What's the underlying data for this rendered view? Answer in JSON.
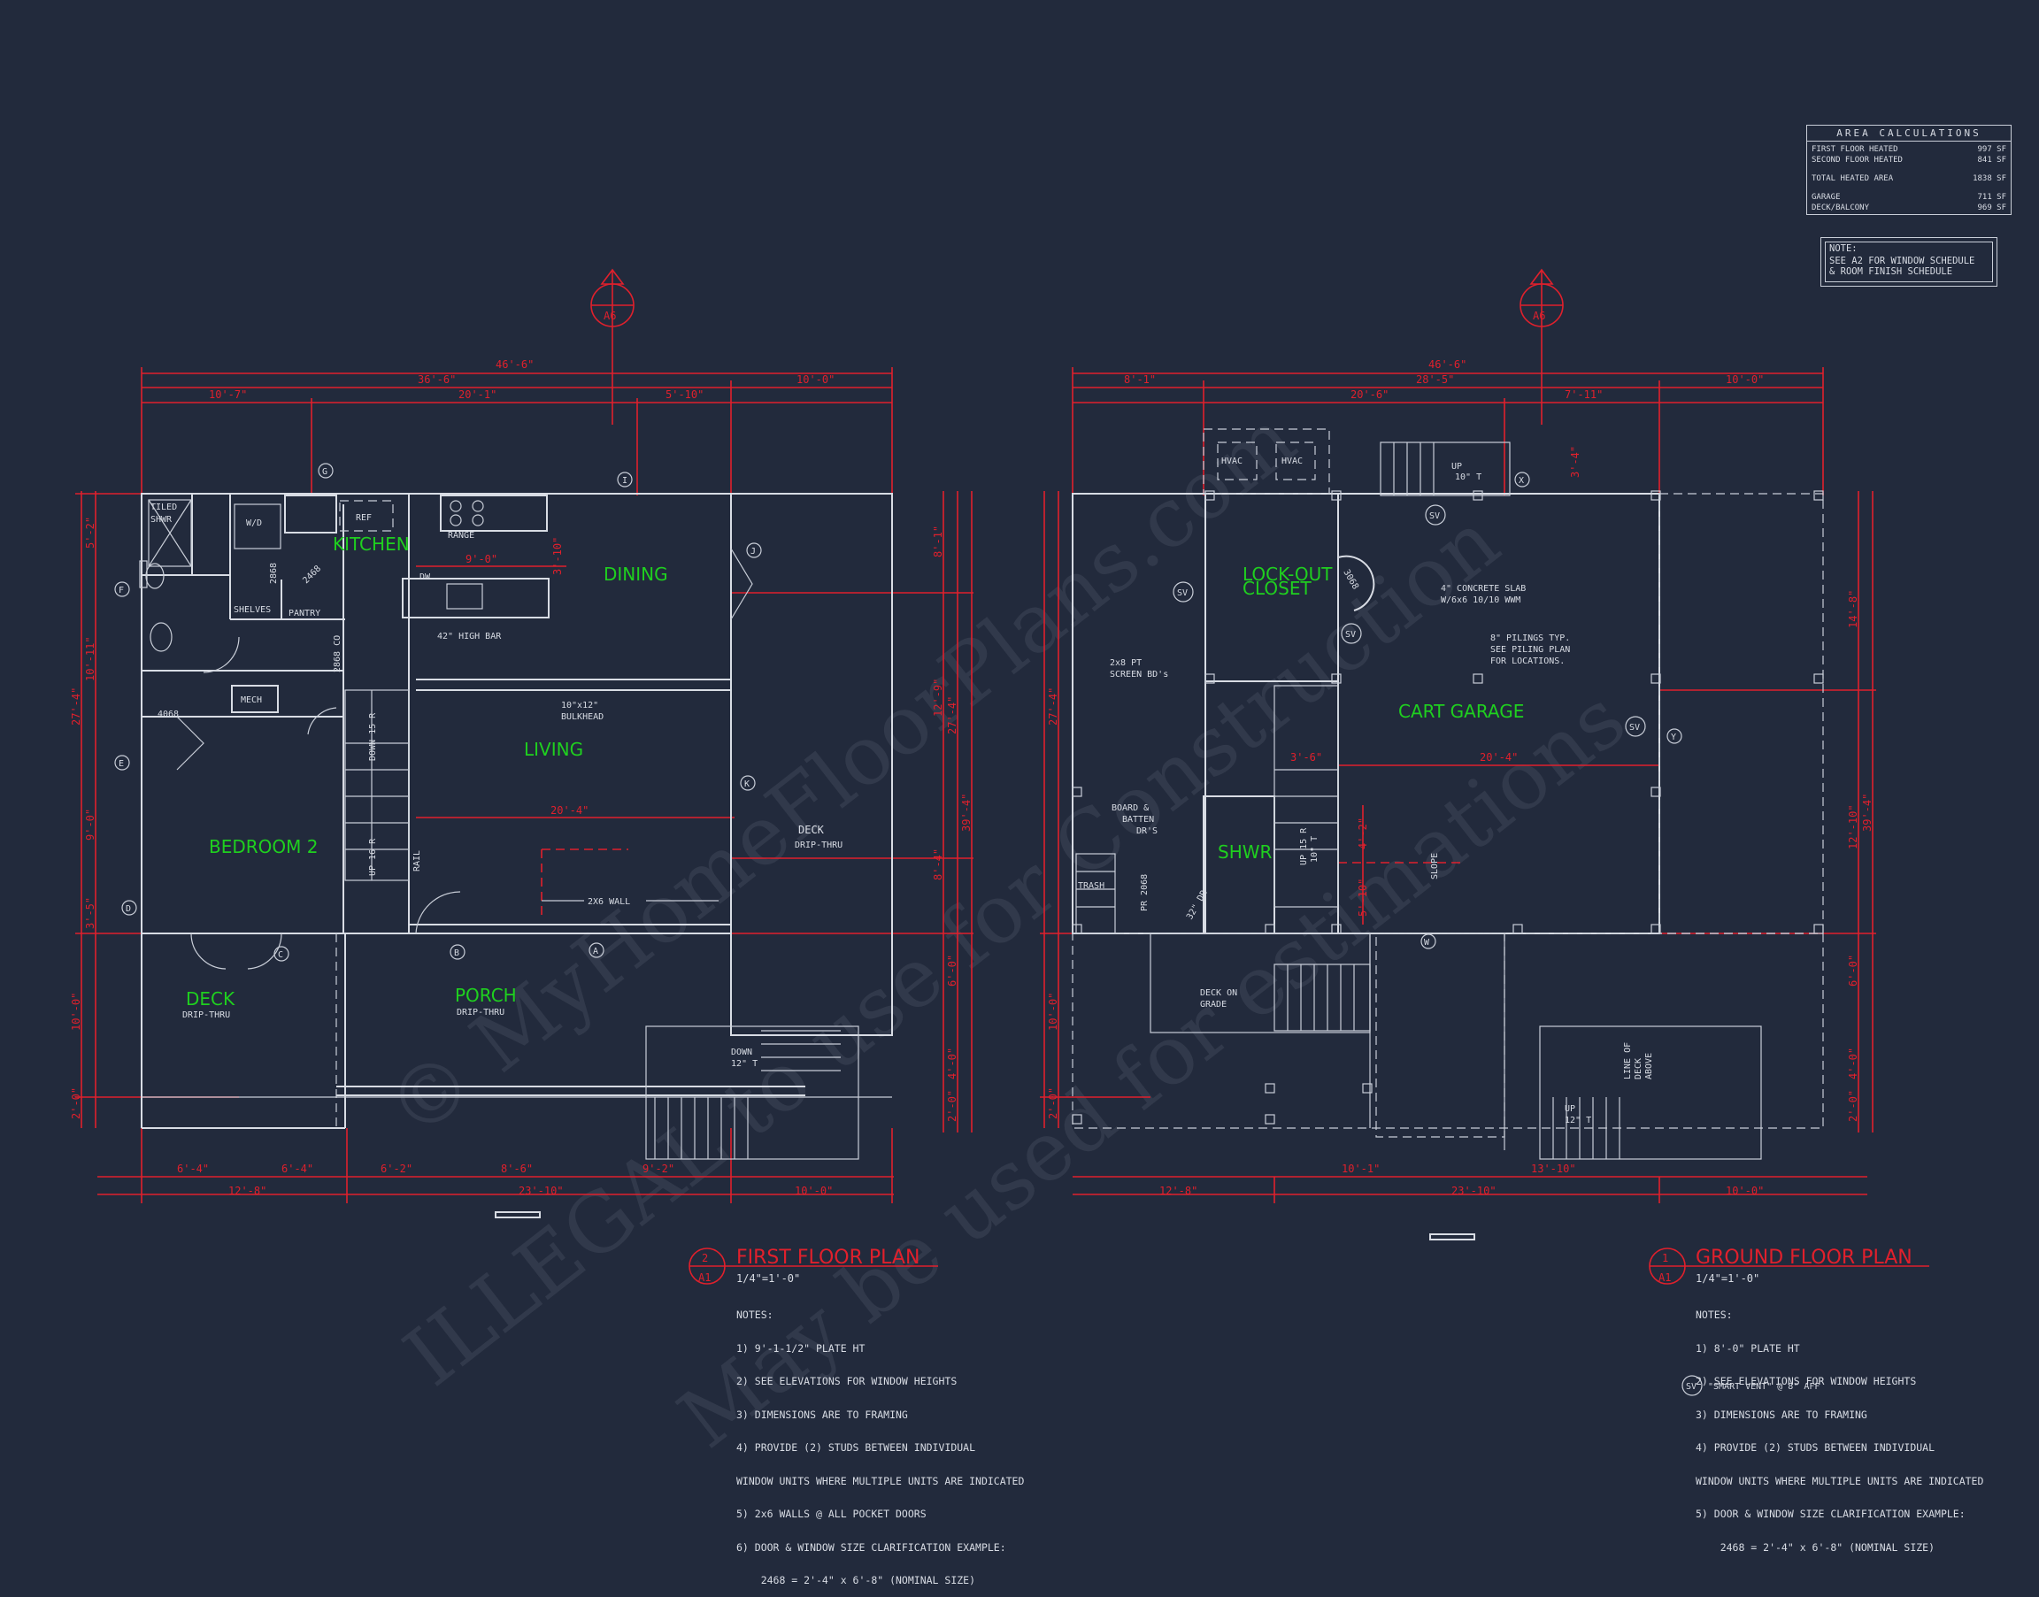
{
  "area_calculations": {
    "title": "AREA CALCULATIONS",
    "rows": [
      {
        "label": "FIRST FLOOR HEATED",
        "value": "997 SF"
      },
      {
        "label": "SECOND FLOOR HEATED",
        "value": "841 SF"
      },
      {
        "label": "TOTAL HEATED AREA",
        "value": "1838 SF"
      },
      {
        "label": "GARAGE",
        "value": "711 SF"
      },
      {
        "label": "DECK/BALCONY",
        "value": "969 SF"
      }
    ]
  },
  "sheet_note": {
    "line1": "NOTE:",
    "line2": "SEE A2 FOR WINDOW SCHEDULE",
    "line3": "& ROOM FINISH SCHEDULE"
  },
  "section_marker": {
    "sheet": "A6"
  },
  "watermark": {
    "line1": "© MyHomeFloorPlans.com",
    "line2": "ILLEGAL to use for Construction",
    "line3": "May be used for estimations"
  },
  "first_floor": {
    "title": "FIRST FLOOR PLAN",
    "number": "2",
    "sheet": "A1",
    "scale": "1/4\"=1'-0\"",
    "notes_header": "NOTES:",
    "notes": [
      "1) 9'-1-1/2\" PLATE HT",
      "2) SEE ELEVATIONS FOR WINDOW HEIGHTS",
      "3) DIMENSIONS ARE TO FRAMING",
      "4) PROVIDE (2) STUDS BETWEEN INDIVIDUAL",
      "WINDOW UNITS WHERE MULTIPLE UNITS ARE INDICATED",
      "5) 2x6 WALLS @ ALL POCKET DOORS",
      "6) DOOR & WINDOW SIZE CLARIFICATION EXAMPLE:",
      "    2468 = 2'-4\" x 6'-8\" (NOMINAL SIZE)"
    ],
    "rooms": {
      "kitchen": "KITCHEN",
      "dining": "DINING",
      "living": "LIVING",
      "bedroom": "BEDROOM 2",
      "deck_right": "DECK",
      "deck_left": "DECK",
      "porch": "PORCH",
      "drip": "DRIP-THRU"
    },
    "labels": {
      "shower": "TILED",
      "shower2": "SHWR",
      "wd": "W/D",
      "ref": "REF",
      "range": "RANGE",
      "dw": "DW",
      "shelves": "SHELVES",
      "pantry": "PANTRY",
      "mech": "MECH",
      "bar": "42\" HIGH BAR",
      "bulkhead1": "10\"x12\"",
      "bulkhead2": "BULKHEAD",
      "wall": "2X6 WALL",
      "down_stair": "DOWN",
      "rail": "RAIL",
      "d2868": "2868",
      "d2468": "2468",
      "d4068": "4068",
      "d2868co": "2868 CO",
      "down15": "DOWN 15 R",
      "up16": "UP 16 R",
      "down12": "12\" T"
    },
    "dims": {
      "overall": "46'-6\"",
      "d36": "36'-6\"",
      "d10a": "10'-0\"",
      "d107": "10'-7\"",
      "d201": "20'-1\"",
      "d510": "5'-10\"",
      "d90": "9'-0\"",
      "d310": "3'-10\"",
      "d204": "20'-4\"",
      "b64a": "6'-4\"",
      "b64b": "6'-4\"",
      "b62": "6'-2\"",
      "b86": "8'-6\"",
      "b92": "9'-2\"",
      "b128": "12'-8\"",
      "b2310": "23'-10\"",
      "b100": "10'-0\"",
      "l52": "5'-2\"",
      "l1011": "10'-11\"",
      "l274": "27'-4\"",
      "l90": "9'-0\"",
      "l35": "3'-5\"",
      "l100": "10'-0\"",
      "l20": "2'-0\"",
      "r81": "8'-1\"",
      "r129": "12'-9\"",
      "r274": "27'-4\"",
      "r394": "39'-4\"",
      "r84": "8'-4\"",
      "r60": "6'-0\"",
      "r40": "4'-0\"",
      "r20": "2'-0\""
    },
    "markers": [
      "G",
      "I",
      "J",
      "F",
      "E",
      "D",
      "C",
      "B",
      "A",
      "K"
    ]
  },
  "ground_floor": {
    "title": "GROUND FLOOR PLAN",
    "number": "1",
    "sheet": "A1",
    "scale": "1/4\"=1'-0\"",
    "notes_header": "NOTES:",
    "notes": [
      "1) 8'-0\" PLATE HT",
      "2) SEE ELEVATIONS FOR WINDOW HEIGHTS",
      "3) DIMENSIONS ARE TO FRAMING",
      "4) PROVIDE (2) STUDS BETWEEN INDIVIDUAL",
      "WINDOW UNITS WHERE MULTIPLE UNITS ARE INDICATED",
      "5) DOOR & WINDOW SIZE CLARIFICATION EXAMPLE:",
      "    2468 = 2'-4\" x 6'-8\" (NOMINAL SIZE)"
    ],
    "legend_symbol": "SV",
    "legend_text": "\"SMART VENT\" @ 8\" AFF",
    "rooms": {
      "lockout1": "LOCK-OUT",
      "lockout2": "CLOSET",
      "garage": "CART GARAGE",
      "shwr": "SHWR"
    },
    "labels": {
      "hvac": "HVAC",
      "up": "UP",
      "t10": "10\" T",
      "slab1": "4\" CONCRETE SLAB",
      "slab2": "W/6x6 10/10 WWM",
      "pil1": "8\" PILINGS TYP.",
      "pil2": "SEE PILING PLAN",
      "pil3": "FOR LOCATIONS.",
      "scr1": "2x8 PT",
      "scr2": "SCREEN BD's",
      "bb1": "BOARD &",
      "bb2": "BATTEN",
      "bb3": "DR'S",
      "trash": "TRASH",
      "pr": "PR 2068",
      "dr32": "32\" DR",
      "deck1": "DECK ON",
      "deck2": "GRADE",
      "slope": "SLOPE",
      "d3068": "3068",
      "up15": "UP 15 R",
      "t10b": "10\" T",
      "line1": "LINE OF",
      "line2": "DECK",
      "line3": "ABOVE",
      "t12": "12\" T",
      "sv": "SV"
    },
    "dims": {
      "overall": "46'-6\"",
      "d81": "8'-1\"",
      "d285": "28'-5\"",
      "d100": "10'-0\"",
      "d206": "20'-6\"",
      "d711": "7'-11\"",
      "d34": "3'-4\"",
      "d204": "20'-4\"",
      "d36": "3'-6\"",
      "b128": "12'-8\"",
      "b2310": "23'-10\"",
      "b100": "10'-0\"",
      "b101": "10'-1\"",
      "b1310": "13'-10\"",
      "l274": "27'-4\"",
      "l100": "10'-0\"",
      "l20": "2'-0\"",
      "r148": "14'-8\"",
      "r1210": "12'-10\"",
      "r394": "39'-4\"",
      "r60": "6'-0\"",
      "r40": "4'-0\"",
      "r20": "2'-0\"",
      "i42": "4'-2\"",
      "i510": "5'-10\""
    },
    "markers": [
      "X",
      "Y",
      "W"
    ]
  }
}
